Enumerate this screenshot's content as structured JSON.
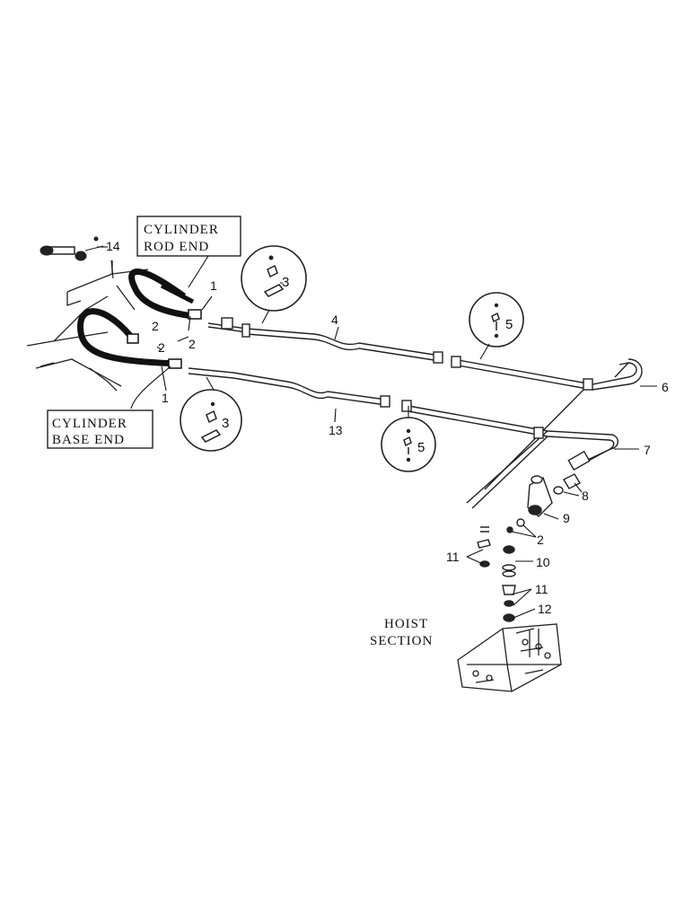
{
  "labels": {
    "cylinder_rod_end_1": "CYLINDER",
    "cylinder_rod_end_2": "ROD END",
    "cylinder_base_end_1": "CYLINDER",
    "cylinder_base_end_2": "BASE END",
    "hoist_1": "HOIST",
    "hoist_2": "SECTION"
  },
  "callouts": {
    "n1_top": "1",
    "n1_bottom": "1",
    "n2_a": "2",
    "n2_b": "2",
    "n2_c": "2",
    "n2_d": "2",
    "n3_top": "3",
    "n3_bottom": "3",
    "n4": "4",
    "n5_top": "5",
    "n5_bottom": "5",
    "n6": "6",
    "n7": "7",
    "n8": "8",
    "n9": "9",
    "n10": "10",
    "n11_a": "11",
    "n11_b": "11",
    "n12": "12",
    "n13": "13",
    "n14": "14"
  }
}
